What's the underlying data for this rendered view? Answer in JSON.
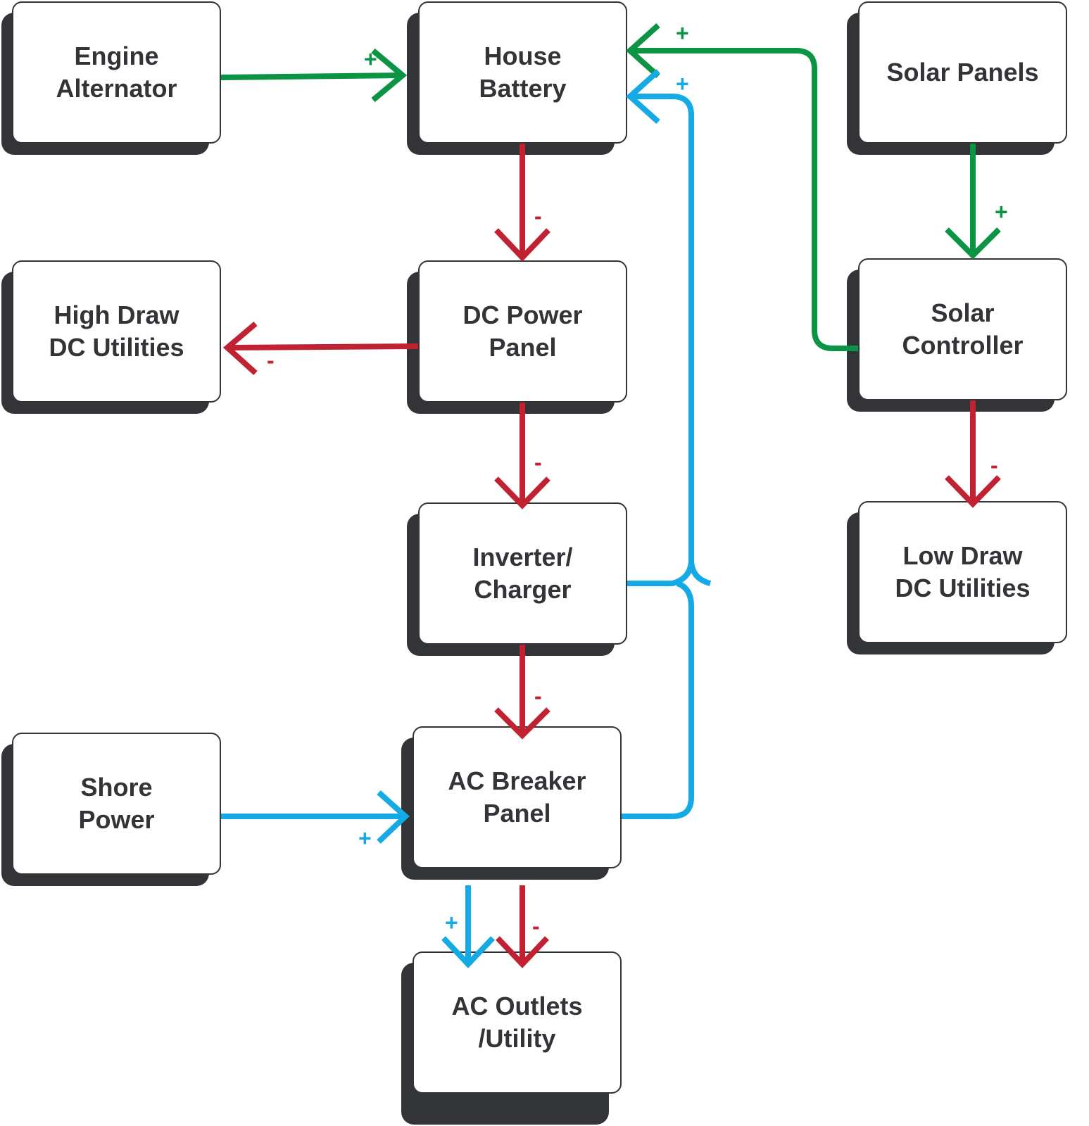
{
  "colors": {
    "positive_green": "#0B9444",
    "positive_blue": "#14AAE6",
    "negative_red": "#C02232",
    "box_border": "#333438",
    "shadow": "#333438"
  },
  "nodes": {
    "engine_alternator": {
      "label": "Engine\nAlternator"
    },
    "house_battery": {
      "label": "House\nBattery"
    },
    "solar_panels": {
      "label": "Solar Panels"
    },
    "high_draw_dc": {
      "label": "High Draw\nDC Utilities"
    },
    "dc_power_panel": {
      "label": "DC Power\nPanel"
    },
    "solar_controller": {
      "label": "Solar\nController"
    },
    "inverter_charger": {
      "label": "Inverter/\nCharger"
    },
    "low_draw_dc": {
      "label": "Low Draw\nDC Utilities"
    },
    "shore_power": {
      "label": "Shore\nPower"
    },
    "ac_breaker_panel": {
      "label": "AC Breaker\nPanel"
    },
    "ac_outlets": {
      "label": "AC Outlets\n/Utility"
    }
  },
  "connections": [
    {
      "from": "Engine Alternator",
      "to": "House Battery",
      "polarity": "+",
      "color": "green"
    },
    {
      "from": "Solar Controller",
      "to": "House Battery",
      "polarity": "+",
      "color": "green"
    },
    {
      "from": "Inverter/Charger & AC Breaker Panel",
      "to": "House Battery",
      "polarity": "+",
      "color": "blue"
    },
    {
      "from": "House Battery",
      "to": "DC Power Panel",
      "polarity": "-",
      "color": "red"
    },
    {
      "from": "Solar Panels",
      "to": "Solar Controller",
      "polarity": "+",
      "color": "green"
    },
    {
      "from": "DC Power Panel",
      "to": "High Draw DC Utilities",
      "polarity": "-",
      "color": "red"
    },
    {
      "from": "DC Power Panel",
      "to": "Inverter/Charger",
      "polarity": "-",
      "color": "red"
    },
    {
      "from": "Solar Controller",
      "to": "Low Draw DC Utilities",
      "polarity": "-",
      "color": "red"
    },
    {
      "from": "Inverter/Charger",
      "to": "AC Breaker Panel",
      "polarity": "-",
      "color": "red"
    },
    {
      "from": "Shore Power",
      "to": "AC Breaker Panel",
      "polarity": "+",
      "color": "blue"
    },
    {
      "from": "AC Breaker Panel",
      "to": "AC Outlets/Utility",
      "polarity": "+",
      "color": "blue"
    },
    {
      "from": "AC Breaker Panel",
      "to": "AC Outlets/Utility",
      "polarity": "-",
      "color": "red"
    }
  ],
  "signs": {
    "plus": "+",
    "minus": "-"
  }
}
